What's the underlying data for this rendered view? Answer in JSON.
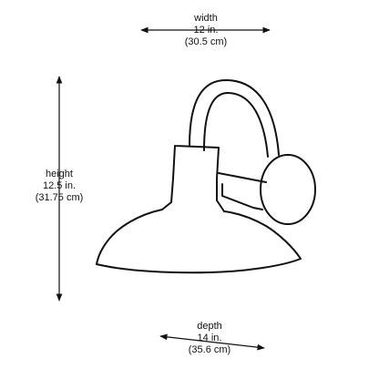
{
  "dimensions": {
    "width": {
      "name": "width",
      "imperial": "12 in.",
      "metric": "(30.5 cm)"
    },
    "height": {
      "name": "height",
      "imperial": "12.5 in.",
      "metric": "(31.75 cm)"
    },
    "depth": {
      "name": "depth",
      "imperial": "14 in.",
      "metric": "(35.6 cm)"
    }
  },
  "colors": {
    "line": "#111111",
    "background": "#ffffff"
  }
}
